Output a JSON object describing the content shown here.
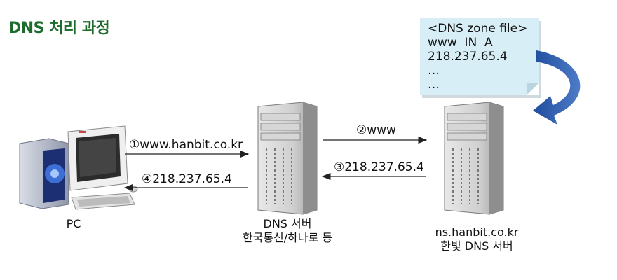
{
  "title": "DNS 처리 과정",
  "zone_file": {
    "lines": [
      "<DNS zone file>",
      "www  IN  A",
      "218.237.65.4",
      "…",
      "…"
    ]
  },
  "steps": {
    "step1": "①www.hanbit.co.kr",
    "step2": "②www",
    "step3": "③218.237.65.4",
    "step4": "④218.237.65.4"
  },
  "nodes": {
    "pc": {
      "label": "PC"
    },
    "dns_server": {
      "line1": "DNS 서버",
      "line2": "한국통신/하나로 등"
    },
    "hanbit_dns": {
      "line1": "ns.hanbit.co.kr",
      "line2": "한빛 DNS 서버"
    }
  },
  "colors": {
    "title": "#1e6b2e",
    "note_background": "#d7eef6",
    "curved_arrow": "#2f5aa8"
  }
}
